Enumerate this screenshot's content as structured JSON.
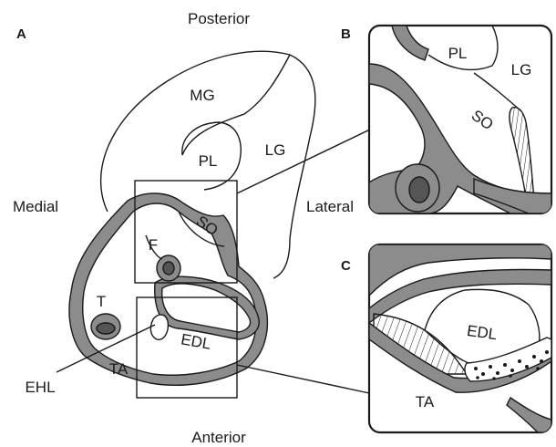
{
  "panels": {
    "a": "A",
    "b": "B",
    "c": "C"
  },
  "orientation": {
    "posterior": "Posterior",
    "anterior": "Anterior",
    "medial": "Medial",
    "lateral": "Lateral"
  },
  "muscles_a": {
    "mg": "MG",
    "pl": "PL",
    "lg": "LG",
    "so": "SO",
    "f": "F",
    "t": "T",
    "edl": "EDL",
    "ta": "TA",
    "ehl": "EHL"
  },
  "muscles_b": {
    "pl": "PL",
    "lg": "LG",
    "so": "SO"
  },
  "muscles_c": {
    "edl": "EDL",
    "ta": "TA"
  }
}
